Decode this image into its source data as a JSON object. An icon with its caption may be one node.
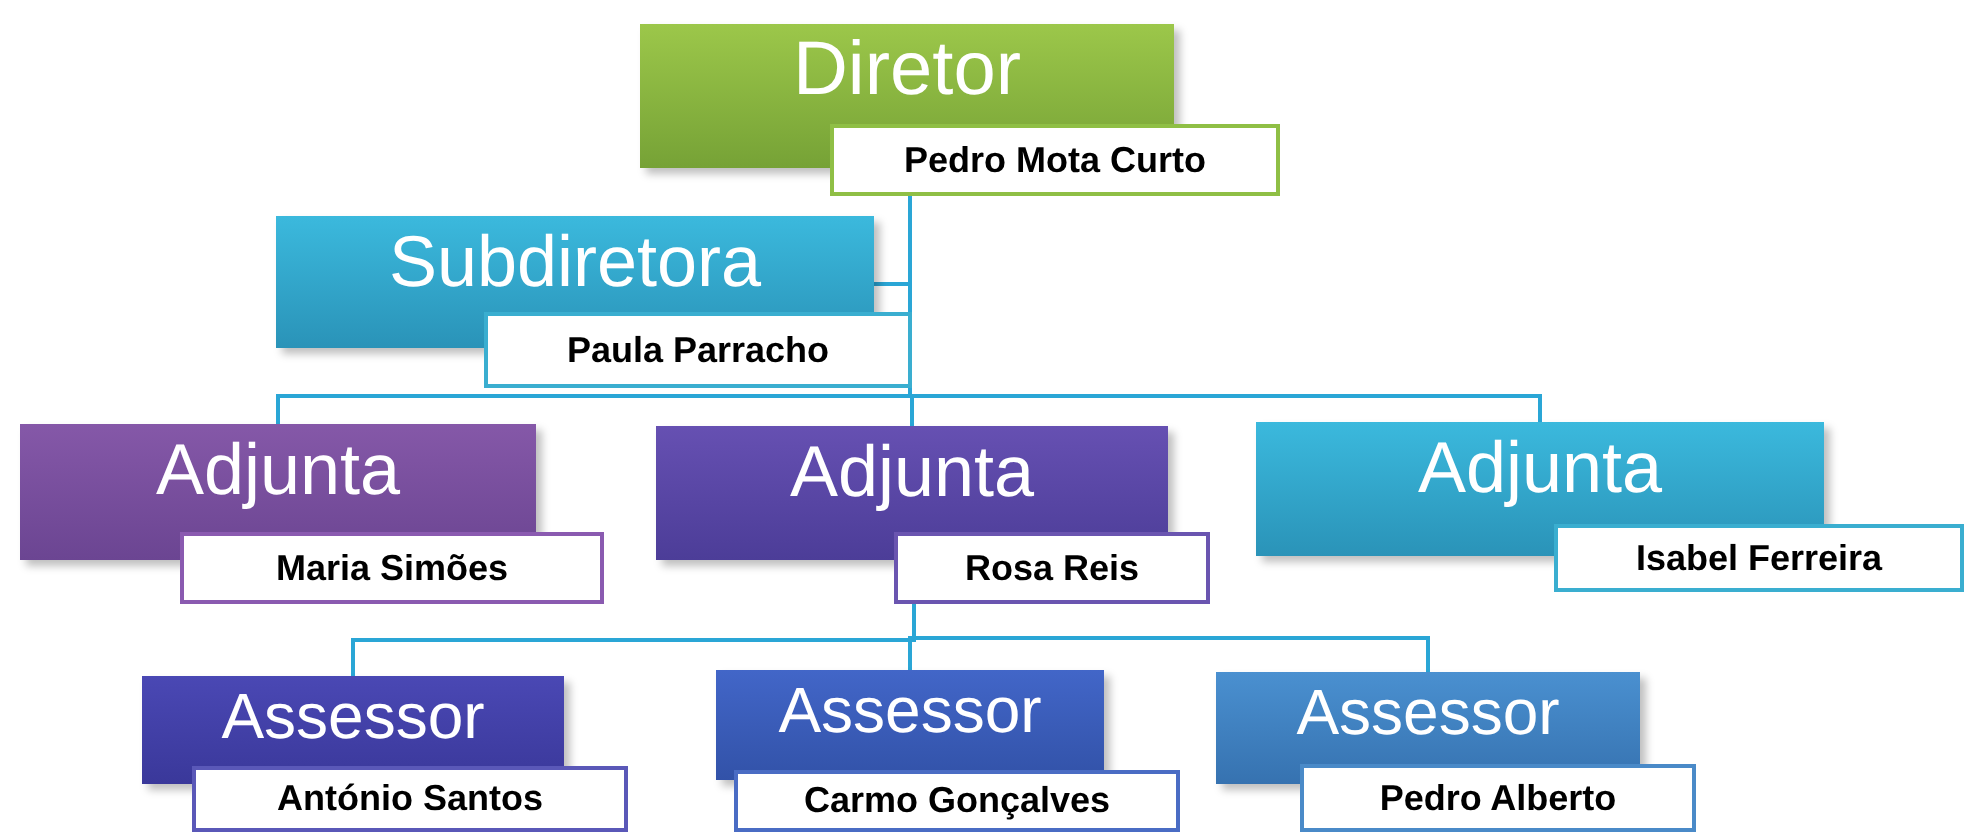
{
  "diagram": {
    "nodes": [
      {
        "text": [
          "Diretor",
          "Pedro Mota Curto"
        ]
      },
      {
        "text": [
          "Subdiretora",
          "Paula Parracho"
        ]
      },
      {
        "text": [
          "Adjunta",
          "Maria Simões"
        ]
      },
      {
        "text": [
          "Adjunta",
          "Rosa Reis"
        ]
      },
      {
        "text": [
          "Adjunta",
          "Isabel Ferreira"
        ]
      },
      {
        "text": [
          "Assessor",
          "António Santos"
        ]
      },
      {
        "text": [
          "Assessor",
          "Carmo Gonçalves"
        ]
      },
      {
        "text": [
          "Assessor",
          "Pedro Alberto"
        ]
      }
    ],
    "edges": [
      {
        "from": 0,
        "to": 1,
        "arrow": "none"
      },
      {
        "from": 0,
        "to": 2,
        "arrow": "none"
      },
      {
        "from": 0,
        "to": 3,
        "arrow": "none"
      },
      {
        "from": 0,
        "to": 4,
        "arrow": "none"
      },
      {
        "from": 3,
        "to": 5,
        "arrow": "none"
      },
      {
        "from": 3,
        "to": 6,
        "arrow": "none"
      },
      {
        "from": 3,
        "to": 7,
        "arrow": "none"
      }
    ]
  }
}
